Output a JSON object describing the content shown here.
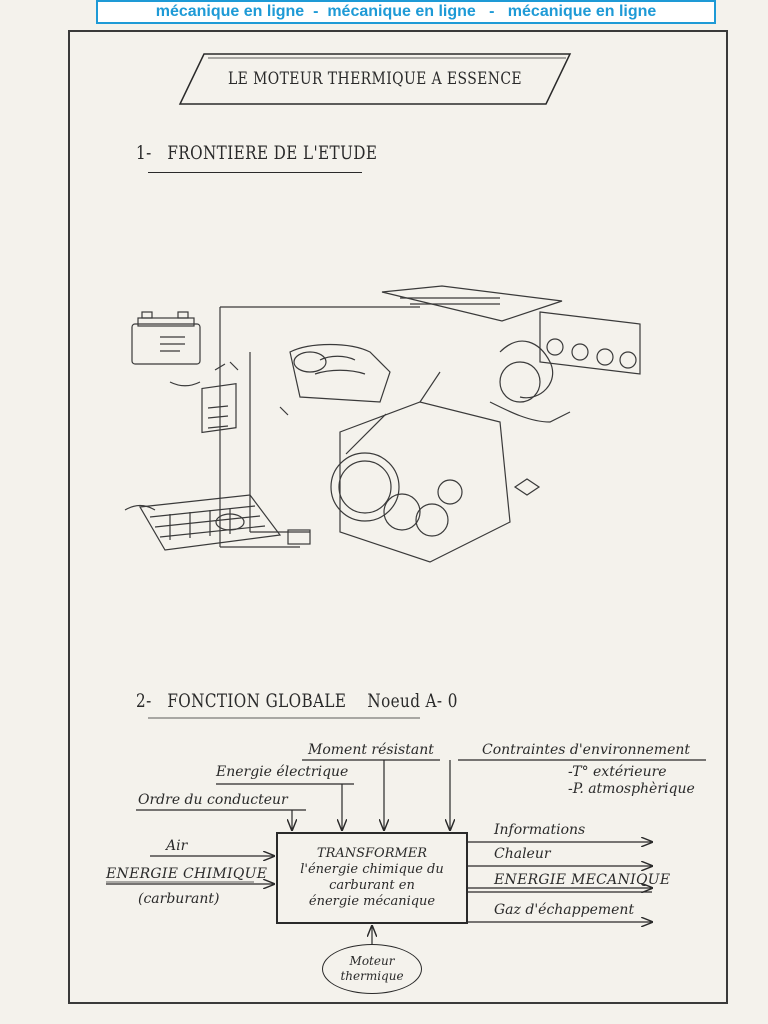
{
  "banner": {
    "text": "mécanique en ligne  -  mécanique en ligne   -   mécanique en ligne"
  },
  "title": "LE MOTEUR THERMIQUE A ESSENCE",
  "section1": {
    "number": "1-",
    "title": "FRONTIERE DE L'ETUDE"
  },
  "section2": {
    "number": "2-",
    "title": "FONCTION GLOBALE",
    "node": "Noeud A- 0"
  },
  "diagram": {
    "controls": {
      "moment": "Moment résistant",
      "energie_elec": "Energie électrique",
      "ordre": "Ordre du conducteur",
      "contraintes": "Contraintes d'environnement",
      "temp": "-T° extérieure",
      "pression": "-P. atmosphèrique"
    },
    "inputs": {
      "air": "Air",
      "energie_chimique": "ENERGIE CHIMIQUE",
      "carburant": "(carburant)"
    },
    "outputs": {
      "informations": "Informations",
      "chaleur": "Chaleur",
      "energie_mecanique": "ENERGIE MECANIQUE",
      "gaz": "Gaz d'échappement"
    },
    "process": {
      "line1": "TRANSFORMER",
      "line2": "l'énergie chimique du",
      "line3": "carburant en",
      "line4": "énergie mécanique"
    },
    "mechanism": {
      "line1": "Moteur",
      "line2": "thermique"
    }
  },
  "colors": {
    "banner": "#1e9ad6",
    "ink": "#2a2a2a",
    "paper": "#f4f2ec"
  }
}
